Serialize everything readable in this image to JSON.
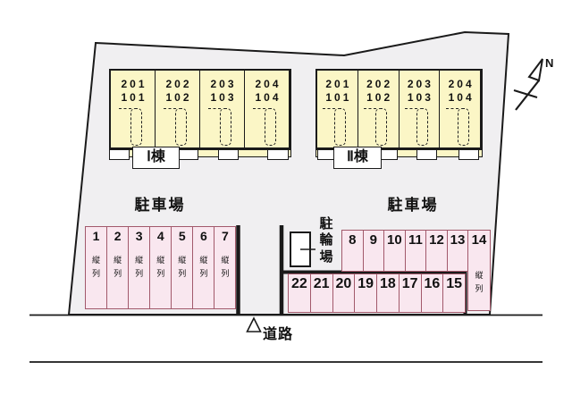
{
  "compass": {
    "label": "N"
  },
  "road": {
    "label": "道路"
  },
  "buildings": [
    {
      "label": "Ⅰ棟",
      "units": [
        {
          "upper": "201",
          "lower": "101"
        },
        {
          "upper": "202",
          "lower": "102"
        },
        {
          "upper": "203",
          "lower": "103"
        },
        {
          "upper": "204",
          "lower": "104"
        }
      ]
    },
    {
      "label": "Ⅱ棟",
      "units": [
        {
          "upper": "201",
          "lower": "101"
        },
        {
          "upper": "202",
          "lower": "102"
        },
        {
          "upper": "203",
          "lower": "103"
        },
        {
          "upper": "204",
          "lower": "104"
        }
      ]
    }
  ],
  "parking_left": {
    "label": "駐車場",
    "spaces": [
      {
        "num": "1",
        "note": "縦列"
      },
      {
        "num": "2",
        "note": "縦列"
      },
      {
        "num": "3",
        "note": "縦列"
      },
      {
        "num": "4",
        "note": "縦列"
      },
      {
        "num": "5",
        "note": "縦列"
      },
      {
        "num": "6",
        "note": "縦列"
      },
      {
        "num": "7",
        "note": "縦列"
      }
    ]
  },
  "parking_right": {
    "label": "駐車場",
    "top_row": [
      {
        "num": "8"
      },
      {
        "num": "9"
      },
      {
        "num": "10"
      },
      {
        "num": "11"
      },
      {
        "num": "12"
      },
      {
        "num": "13"
      }
    ],
    "tall_space": {
      "num": "14",
      "note": "縦列"
    },
    "bottom_row": [
      {
        "num": "22"
      },
      {
        "num": "21"
      },
      {
        "num": "20"
      },
      {
        "num": "19"
      },
      {
        "num": "18"
      },
      {
        "num": "17"
      },
      {
        "num": "16"
      },
      {
        "num": "15"
      }
    ]
  },
  "bicycle": {
    "label": "駐輪場"
  },
  "colors": {
    "site_fill": "#f0eff1",
    "building_fill": "#fbf6c6",
    "parking_fill": "#f9e7ef",
    "parking_border": "#a2596b",
    "line": "#1a1a1a"
  }
}
